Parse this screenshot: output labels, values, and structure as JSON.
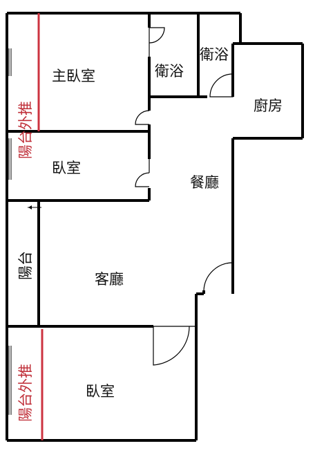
{
  "plan": {
    "rooms": {
      "master_bedroom": "主臥室",
      "bathroom_1": "衛浴",
      "bathroom_2": "衛浴",
      "kitchen": "廚房",
      "bedroom_1": "臥室",
      "dining": "餐廳",
      "living": "客廳",
      "balcony": "陽台",
      "bedroom_2": "臥室"
    },
    "balcony_extension_top": "陽台外推",
    "balcony_extension_bottom": "陽台外推",
    "colors": {
      "wall": "#000000",
      "extension_line": "#cc3340",
      "background": "#ffffff"
    }
  }
}
